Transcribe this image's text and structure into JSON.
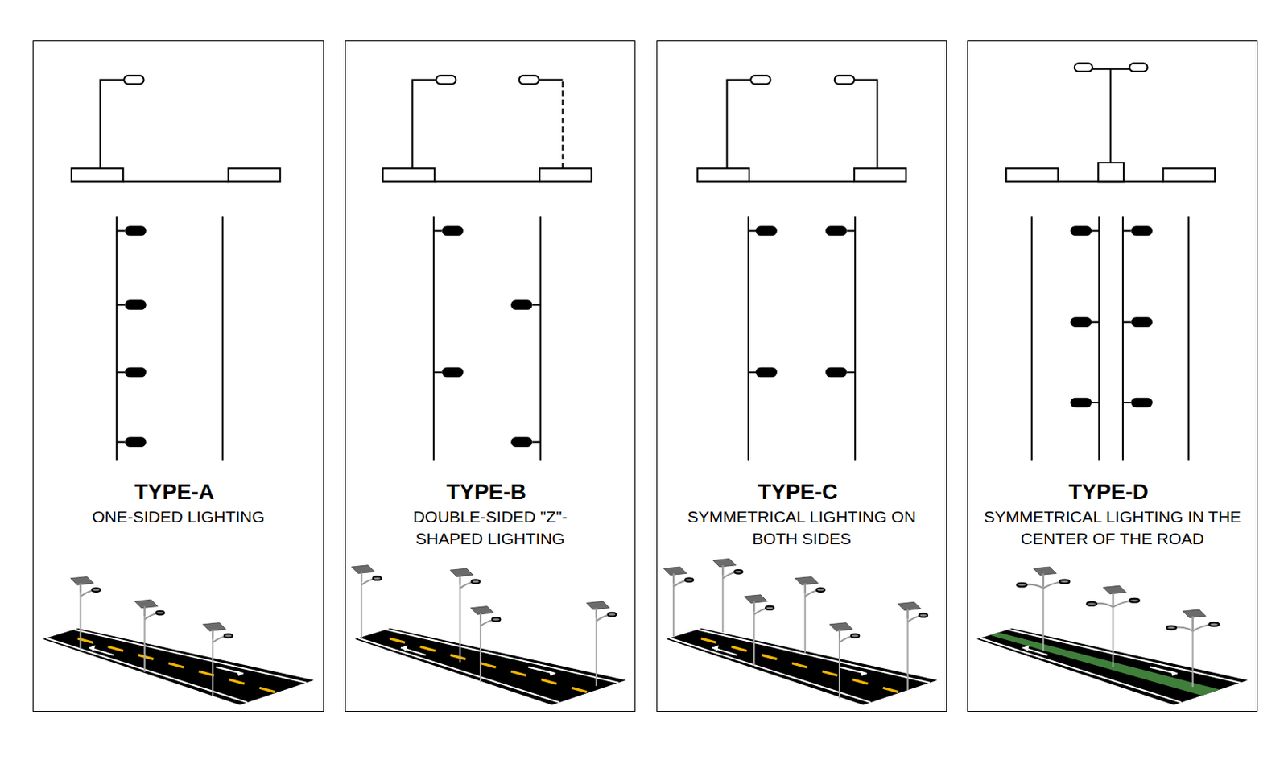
{
  "diagram": {
    "nodes": [
      {
        "text": [
          "TYPE-A",
          "ONE-SIDED LIGHTING"
        ]
      },
      {
        "text": [
          "TYPE-B",
          "DOUBLE-SIDED \"Z\"-SHAPED LIGHTING"
        ]
      },
      {
        "text": [
          "TYPE-C",
          "SYMMETRICAL LIGHTING ON BOTH SIDES"
        ]
      },
      {
        "text": [
          "TYPE-D",
          "SYMMETRICAL LIGHTING IN THE CENTER OF THE ROAD"
        ]
      }
    ]
  }
}
